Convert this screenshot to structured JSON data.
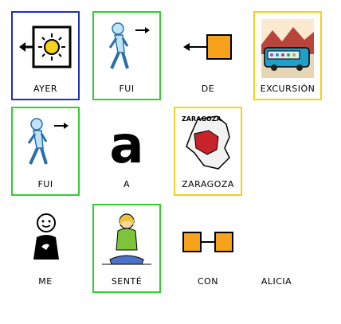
{
  "cards": [
    {
      "label": "AYER",
      "border": "#1f2fbf",
      "icon": "sun-left-arrow-icon"
    },
    {
      "label": "FUI",
      "border": "#2fd12f",
      "icon": "walking-person-icon"
    },
    {
      "label": "DE",
      "border": "none",
      "icon": "arrow-from-square-icon"
    },
    {
      "label": "EXCURSIÓN",
      "border": "#f2d21a",
      "icon": "bus-trip-icon"
    },
    {
      "label": "FUI",
      "border": "#2fd12f",
      "icon": "walking-person-icon"
    },
    {
      "label": "A",
      "border": "none",
      "icon": "letter-a-icon",
      "glyph": "a"
    },
    {
      "label": "ZARAGOZA",
      "border": "#f2d21a",
      "icon": "zaragoza-map-icon",
      "map_caption": "ZARAGOZA"
    },
    {
      "label": "ME",
      "border": "none",
      "icon": "self-pointing-person-icon"
    },
    {
      "label": "SENTÉ",
      "border": "#2fd12f",
      "icon": "sitting-person-icon"
    },
    {
      "label": "CON",
      "border": "none",
      "icon": "linked-squares-icon"
    },
    {
      "label": "ALICIA",
      "border": "none",
      "icon": ""
    }
  ]
}
